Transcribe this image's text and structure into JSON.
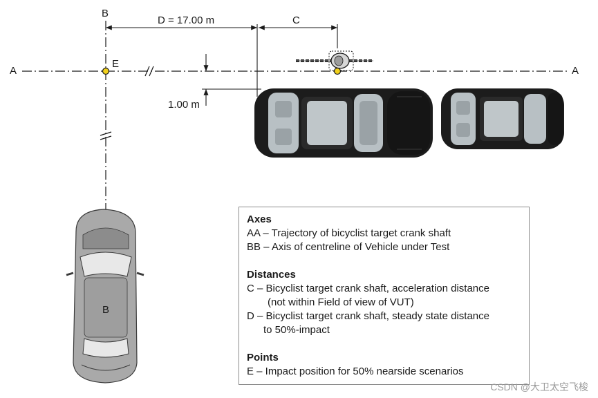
{
  "labels": {
    "b_top": "B",
    "b_bottom": "B",
    "a_left": "A",
    "a_right": "A",
    "e": "E",
    "c": "C",
    "d_distance": "D = 17.00 m",
    "offset": "1.00 m"
  },
  "legend": {
    "axes_title": "Axes",
    "axes_aa": "AA – Trajectory of bicyclist target crank shaft",
    "axes_bb": "BB  – Axis of centreline of Vehicle under Test",
    "distances_title": "Distances",
    "dist_c_1": "C – Bicyclist target crank shaft, acceleration distance",
    "dist_c_2": "(not within Field of view of VUT)",
    "dist_d_1": "D – Bicyclist target crank shaft, steady state distance",
    "dist_d_2": "to 50%-impact",
    "points_title": "Points",
    "points_e": "E – Impact position for 50% nearside scenarios"
  },
  "watermark": "CSDN @大卫太空飞梭",
  "colors": {
    "line": "#1a1a1a",
    "impact_point": "#f2d11c",
    "parked_car_body": "#1c1c1c",
    "vut_body": "#a9a9a9"
  }
}
